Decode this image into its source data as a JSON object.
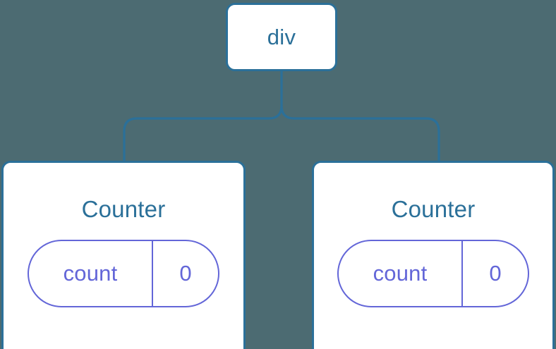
{
  "diagram": {
    "type": "component-tree",
    "background_color": "#4c6b72",
    "node_border_color": "#2b7099",
    "node_fill_color": "#ffffff",
    "connector_color": "#2b7099",
    "title_color": "#2b7099",
    "state_color": "#6366d8"
  },
  "root": {
    "label": "div"
  },
  "children": [
    {
      "label": "Counter",
      "state": {
        "key": "count",
        "value": "0"
      }
    },
    {
      "label": "Counter",
      "state": {
        "key": "count",
        "value": "0"
      }
    }
  ]
}
